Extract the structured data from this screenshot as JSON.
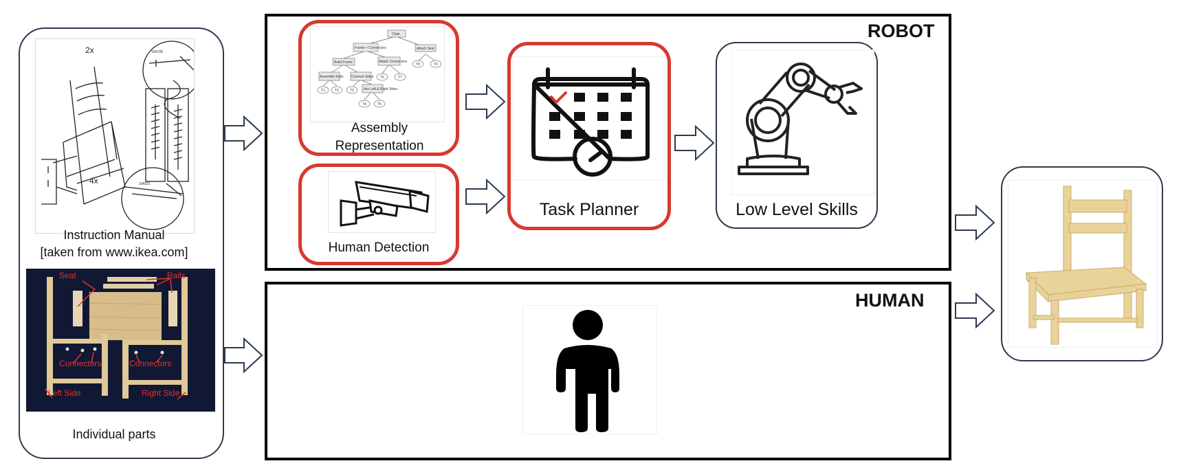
{
  "robot_section": {
    "title": "ROBOT"
  },
  "human_section": {
    "title": "HUMAN"
  },
  "inputs": {
    "manual_caption_line1": "Instruction Manual",
    "manual_caption_line2": "[taken from www.ikea.com]",
    "parts_caption": "Individual parts",
    "manual_labels": {
      "count_top": "2x",
      "count_bottom": "4x",
      "part_a": "104728",
      "part_b": "104321"
    },
    "parts_labels": {
      "seat": "Seat",
      "rails": "Rails",
      "connectors_left": "Connectors",
      "connectors_right": "Connectors",
      "left_side": "Left Side",
      "right_side": "Right Side"
    }
  },
  "assembly": {
    "caption_line1": "Assembly",
    "caption_line2": "Representation",
    "tree": {
      "root": "Chair",
      "frame": "Frame + Connectors",
      "attach_seat": "Attach Seat",
      "build_frame": "Build Frame",
      "attach_connectors": "Attach Connectors",
      "assemble_rails": "Assemble Rails",
      "connect_sides": "Connect Sides",
      "join_sides": "Join Left & Right Sides",
      "leaves": [
        "T1",
        "T2",
        "T3",
        "T4",
        "T5",
        "T6",
        "T7",
        "T8",
        "T9"
      ]
    }
  },
  "human_detection": {
    "caption": "Human Detection"
  },
  "task_planner": {
    "caption": "Task Planner"
  },
  "low_level_skills": {
    "caption": "Low Level Skills"
  },
  "colors": {
    "highlight": "#d63a2f",
    "outline": "#2c3a4e",
    "frame": "#000000"
  }
}
